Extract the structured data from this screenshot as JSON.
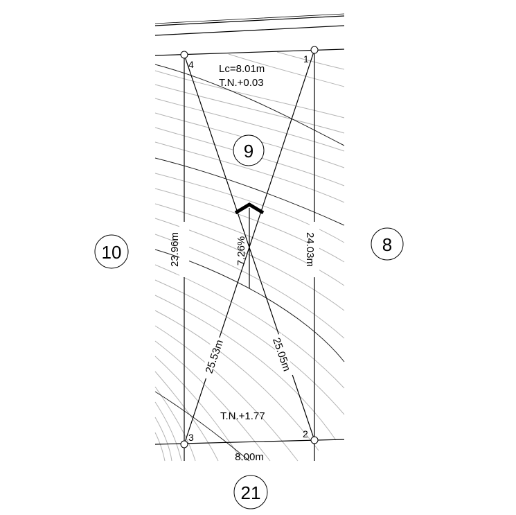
{
  "lot": {
    "number": "9",
    "length_label": "Lc=8.01m",
    "terrain_top": "T.N.+0.03",
    "terrain_bottom": "T.N.+1.77",
    "slope": "7.26%"
  },
  "neighbors": {
    "left": "10",
    "right": "8",
    "bottom": "21"
  },
  "dimensions": {
    "left_side": "23.96m",
    "right_side": "24.03m",
    "diagonal_3_1": "25.53m",
    "diagonal_4_2": "25.05m",
    "bottom": "8.00m"
  },
  "vertices": {
    "v1": "1",
    "v2": "2",
    "v3": "3",
    "v4": "4"
  }
}
